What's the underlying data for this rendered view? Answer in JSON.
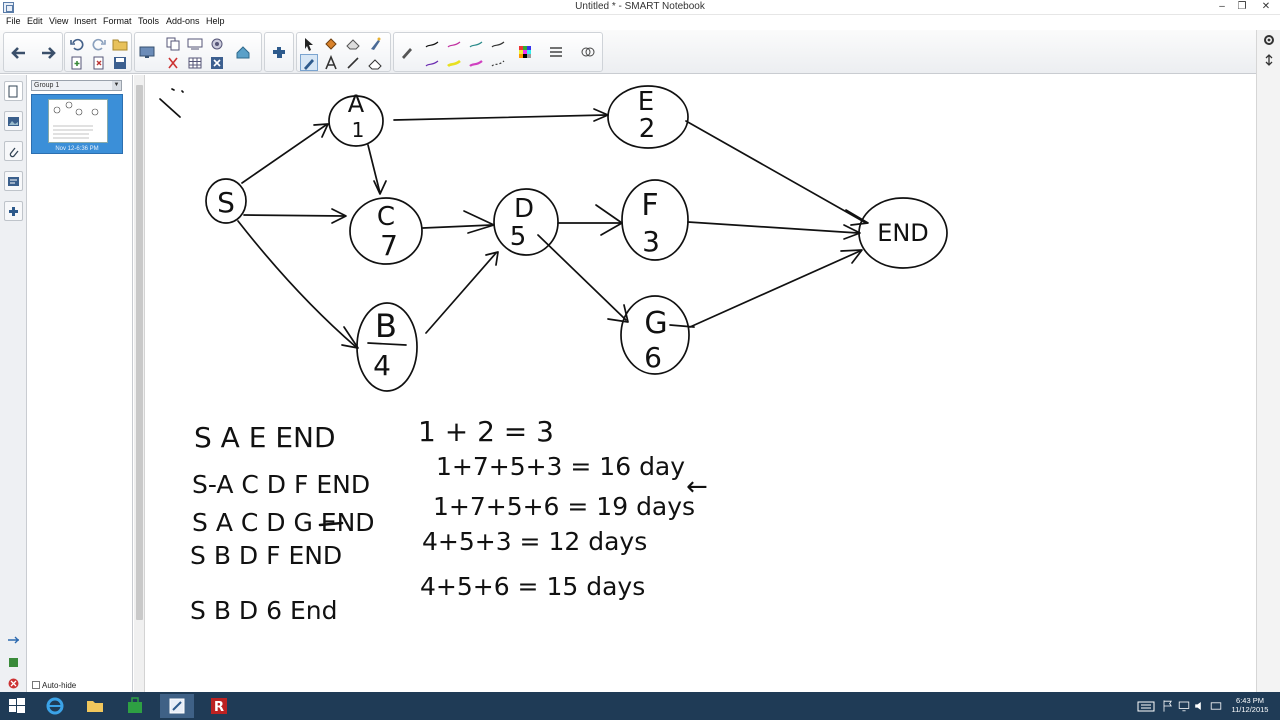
{
  "window": {
    "title": "Untitled * - SMART Notebook",
    "minimize": "‒",
    "restore": "❐",
    "close": "✕"
  },
  "menu": [
    "File",
    "Edit",
    "View",
    "Insert",
    "Format",
    "Tools",
    "Add-ons",
    "Help"
  ],
  "sidebar": {
    "group_label": "Group 1",
    "page_caption": "Nov 12-6:36 PM",
    "auto_hide_label": "Auto-hide"
  },
  "canvas": {
    "nodes": [
      {
        "id": "S",
        "label": "S"
      },
      {
        "id": "A",
        "label": "A",
        "value": "1"
      },
      {
        "id": "C",
        "label": "C",
        "value": "7"
      },
      {
        "id": "B",
        "label": "B",
        "value": "4"
      },
      {
        "id": "D",
        "label": "D",
        "value": "5"
      },
      {
        "id": "E",
        "label": "E",
        "value": "2"
      },
      {
        "id": "F",
        "label": "F",
        "value": "3"
      },
      {
        "id": "G",
        "label": "G",
        "value": "6"
      },
      {
        "id": "END",
        "label": "END"
      }
    ],
    "paths": [
      {
        "route": "S A E END",
        "calc": "1 + 2 = 3"
      },
      {
        "route": "S-A C D F END",
        "calc": "1+7+5+3 = 16 day"
      },
      {
        "route": "S A C D G END",
        "calc": "1+7+5+6 = 19 days",
        "marker": "←"
      },
      {
        "route": "S B D F END",
        "calc": "4+5+3 = 12 days"
      },
      {
        "route": "S B D 6 End",
        "calc": "4+5+6 = 15 days"
      }
    ]
  },
  "clock": {
    "time": "6:43 PM",
    "date": "11/12/2015"
  },
  "colors": {
    "taskbar": "#1f3b56",
    "selection": "#3b8fd8",
    "ink": "#111111"
  }
}
